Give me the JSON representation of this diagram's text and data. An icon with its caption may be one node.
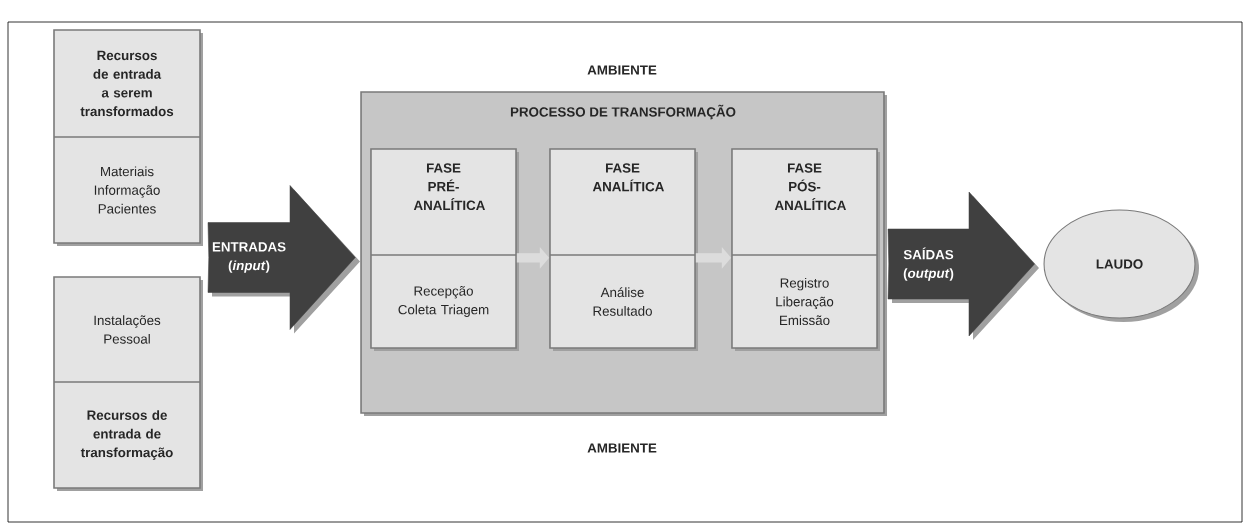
{
  "diagram": {
    "nodes": [
      {
        "text": [
          "Recursos de entrada a serem transformados",
          "Materiais Informação Pacientes"
        ]
      },
      {
        "text": [
          "Instalações Pessoal",
          "Recursos de entrada de transformação"
        ]
      },
      {
        "text": [
          "PROCESSO DE TRANSFORMAÇÃO"
        ]
      },
      {
        "text": [
          "FASE PRÉ- ANALÍTICA",
          "Recepção Coleta Triagem"
        ],
        "in": 2
      },
      {
        "text": [
          "FASE ANALÍTICA",
          "Análise Resultado"
        ],
        "in": 2
      },
      {
        "text": [
          "FASE PÓS- ANALÍTICA",
          "Registro Liberação Emissão"
        ],
        "in": 2
      },
      {
        "text": [
          "LAUDO"
        ]
      }
    ],
    "edges": [
      {
        "from": 0,
        "to": 2,
        "arrow": "to",
        "label": "ENTRADAS (*input*)"
      },
      {
        "from": 1,
        "to": 2,
        "arrow": "to"
      },
      {
        "from": 3,
        "to": 4,
        "arrow": "to",
        "color": "#dcdcdc"
      },
      {
        "from": 4,
        "to": 5,
        "arrow": "to",
        "color": "#dcdcdc"
      },
      {
        "from": 2,
        "to": 6,
        "arrow": "to",
        "label": "SAÍDAS (*output*)"
      }
    ],
    "labels": [
      "AMBIENTE",
      "AMBIENTE"
    ]
  }
}
